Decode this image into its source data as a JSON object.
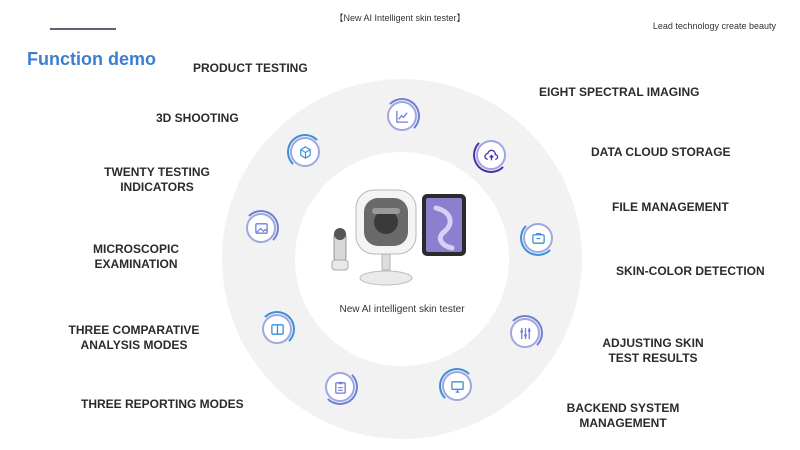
{
  "header": {
    "center_text": "【New AI Intelligent skin tester】",
    "right_text": "Lead technology create beauty"
  },
  "title": "Function demo",
  "center_label": "New AI intelligent skin tester",
  "features_left": [
    {
      "label": "PRODUCT TESTING"
    },
    {
      "label": "3D SHOOTING"
    },
    {
      "label": "TWENTY TESTING\nINDICATORS"
    },
    {
      "label": "MICROSCOPIC\nEXAMINATION"
    },
    {
      "label": "THREE COMPARATIVE\nANALYSIS MODES"
    },
    {
      "label": "THREE REPORTING MODES"
    }
  ],
  "features_right": [
    {
      "label": "EIGHT SPECTRAL IMAGING"
    },
    {
      "label": "DATA CLOUD STORAGE"
    },
    {
      "label": "FILE MANAGEMENT"
    },
    {
      "label": "SKIN-COLOR DETECTION"
    },
    {
      "label": "ADJUSTING SKIN\nTEST RESULTS"
    },
    {
      "label": "BACKEND SYSTEM\nMANAGEMENT"
    }
  ],
  "nodes": [
    {
      "icon": "line-chart-icon",
      "accent": "#6f7fd6"
    },
    {
      "icon": "cloud-upload-icon",
      "accent": "#4b2ea6"
    },
    {
      "icon": "folder-icon",
      "accent": "#3a8fd8"
    },
    {
      "icon": "sliders-icon",
      "accent": "#6f7fd6"
    },
    {
      "icon": "monitor-icon",
      "accent": "#3a8fd8"
    },
    {
      "icon": "clipboard-icon",
      "accent": "#6f7fd6"
    },
    {
      "icon": "compare-icon",
      "accent": "#3a8fd8"
    },
    {
      "icon": "image-icon",
      "accent": "#6f7fd6"
    },
    {
      "icon": "cube-icon",
      "accent": "#3a8fd8"
    }
  ]
}
